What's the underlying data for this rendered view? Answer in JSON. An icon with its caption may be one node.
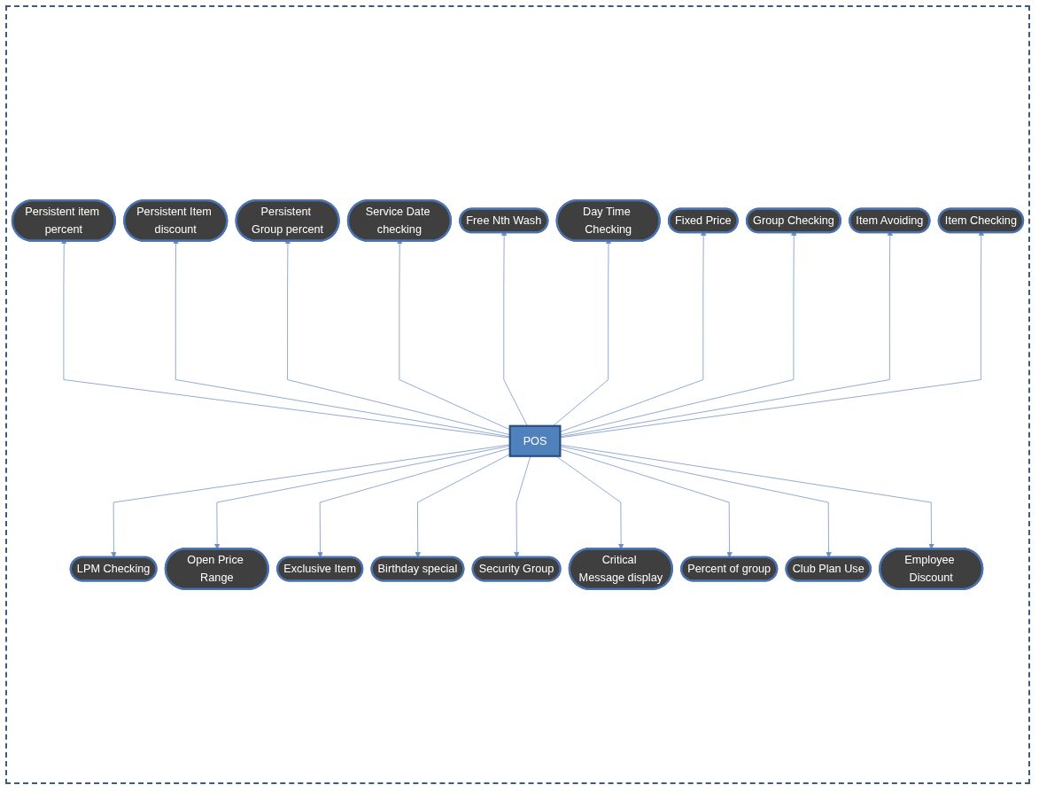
{
  "diagram": {
    "nodes": [
      {
        "text": [
          "POS"
        ]
      },
      {
        "text": [
          "Persistent item percent"
        ]
      },
      {
        "text": [
          "Persistent Item discount"
        ]
      },
      {
        "text": [
          "Persistent Group percent"
        ]
      },
      {
        "text": [
          "Service Date checking"
        ]
      },
      {
        "text": [
          "Free Nth Wash"
        ]
      },
      {
        "text": [
          "Day Time Checking"
        ]
      },
      {
        "text": [
          "Fixed Price"
        ]
      },
      {
        "text": [
          "Group Checking"
        ]
      },
      {
        "text": [
          "Item Avoiding"
        ]
      },
      {
        "text": [
          "Item Checking"
        ]
      },
      {
        "text": [
          "LPM Checking"
        ]
      },
      {
        "text": [
          "Open Price Range"
        ]
      },
      {
        "text": [
          "Exclusive Item"
        ]
      },
      {
        "text": [
          "Birthday special"
        ]
      },
      {
        "text": [
          "Security Group"
        ]
      },
      {
        "text": [
          "Critical Message display"
        ]
      },
      {
        "text": [
          "Percent of group"
        ]
      },
      {
        "text": [
          "Club Plan Use"
        ]
      },
      {
        "text": [
          "Employee Discount"
        ]
      }
    ],
    "edges": [
      {
        "from": 0,
        "to": 1,
        "arrow": "to"
      },
      {
        "from": 0,
        "to": 2,
        "arrow": "to"
      },
      {
        "from": 0,
        "to": 3,
        "arrow": "to"
      },
      {
        "from": 0,
        "to": 4,
        "arrow": "to"
      },
      {
        "from": 0,
        "to": 5,
        "arrow": "to"
      },
      {
        "from": 0,
        "to": 6,
        "arrow": "to"
      },
      {
        "from": 0,
        "to": 7,
        "arrow": "to"
      },
      {
        "from": 0,
        "to": 8,
        "arrow": "to"
      },
      {
        "from": 0,
        "to": 9,
        "arrow": "to"
      },
      {
        "from": 0,
        "to": 10,
        "arrow": "to"
      },
      {
        "from": 0,
        "to": 11,
        "arrow": "to"
      },
      {
        "from": 0,
        "to": 12,
        "arrow": "to"
      },
      {
        "from": 0,
        "to": 13,
        "arrow": "to"
      },
      {
        "from": 0,
        "to": 14,
        "arrow": "to"
      },
      {
        "from": 0,
        "to": 15,
        "arrow": "to"
      },
      {
        "from": 0,
        "to": 16,
        "arrow": "to"
      },
      {
        "from": 0,
        "to": 17,
        "arrow": "to"
      },
      {
        "from": 0,
        "to": 18,
        "arrow": "to"
      },
      {
        "from": 0,
        "to": 19,
        "arrow": "to"
      }
    ]
  }
}
